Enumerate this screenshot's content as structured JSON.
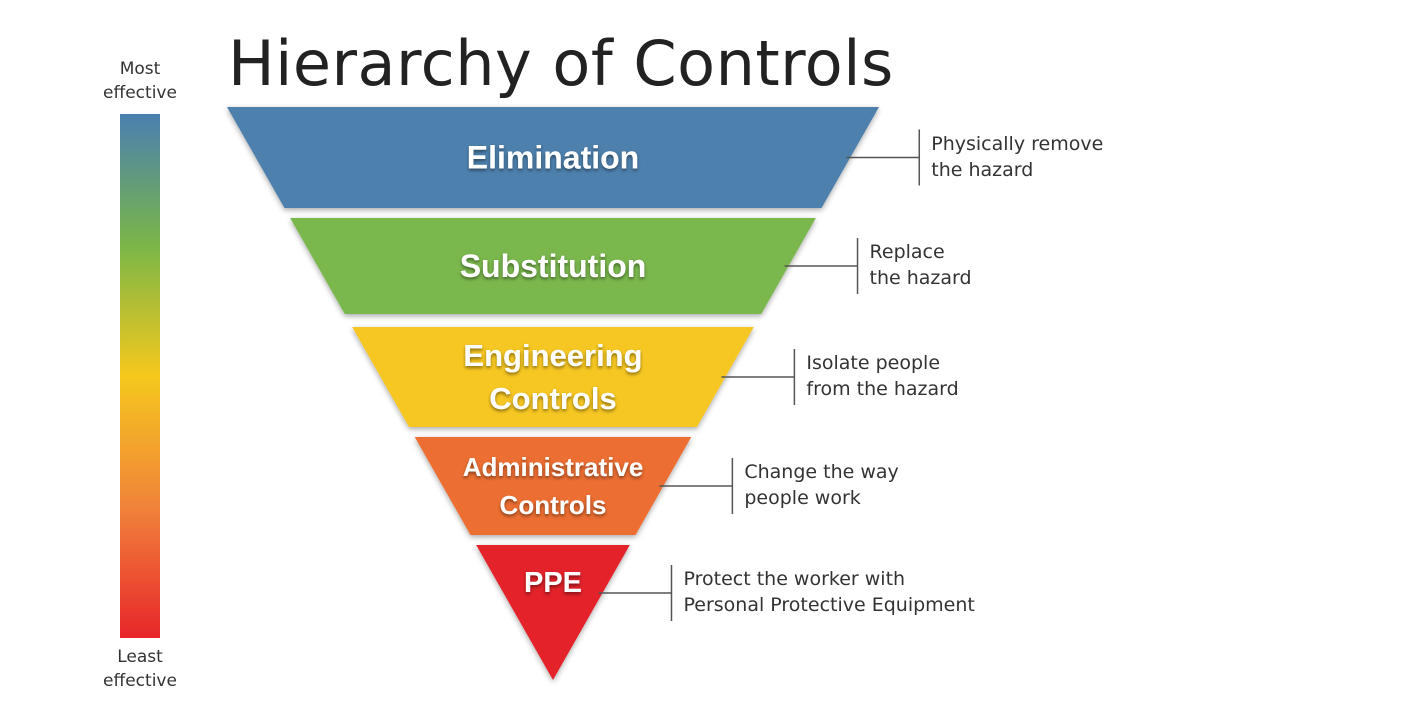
{
  "title": "Hierarchy of Controls",
  "scale": {
    "top_label_line1": "Most",
    "top_label_line2": "effective",
    "bottom_label_line1": "Least",
    "bottom_label_line2": "effective",
    "gradient_colors": [
      "#4a7fb0",
      "#7ab648",
      "#f5c81d",
      "#f0833a",
      "#e8262b"
    ]
  },
  "levels": [
    {
      "id": "elimination",
      "label_lines": [
        "Elimination"
      ],
      "color": "#4d80ad",
      "description_lines": [
        "Physically remove",
        "the hazard"
      ]
    },
    {
      "id": "substitution",
      "label_lines": [
        "Substitution"
      ],
      "color": "#7ab74e",
      "description_lines": [
        "Replace",
        "the hazard"
      ]
    },
    {
      "id": "engineering-controls",
      "label_lines": [
        "Engineering",
        "Controls"
      ],
      "color": "#f6c624",
      "description_lines": [
        "Isolate people",
        "from the hazard"
      ]
    },
    {
      "id": "administrative-controls",
      "label_lines": [
        "Administrative",
        "Controls"
      ],
      "color": "#ec6e32",
      "description_lines": [
        "Change the way",
        "people work"
      ]
    },
    {
      "id": "ppe",
      "label_lines": [
        "PPE"
      ],
      "color": "#e3232c",
      "description_lines": [
        "Protect the worker with",
        "Personal Protective Equipment"
      ]
    }
  ]
}
